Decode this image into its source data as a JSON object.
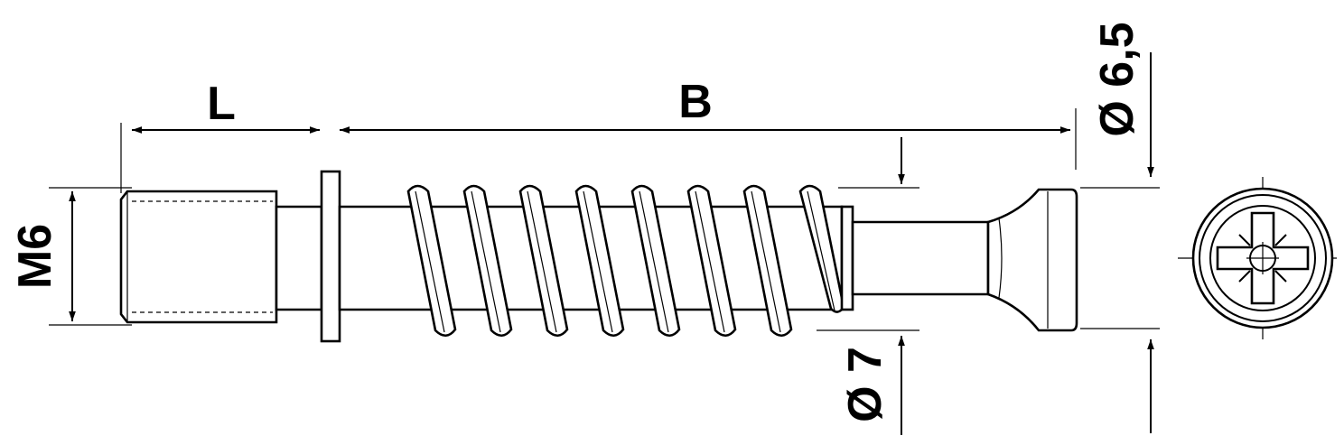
{
  "dimensions": {
    "L": "L",
    "B": "B",
    "thread": "M6",
    "core_diameter": "Ø 7",
    "head_diameter": "Ø 6,5"
  },
  "colors": {
    "line": "#000000",
    "background": "#ffffff"
  }
}
